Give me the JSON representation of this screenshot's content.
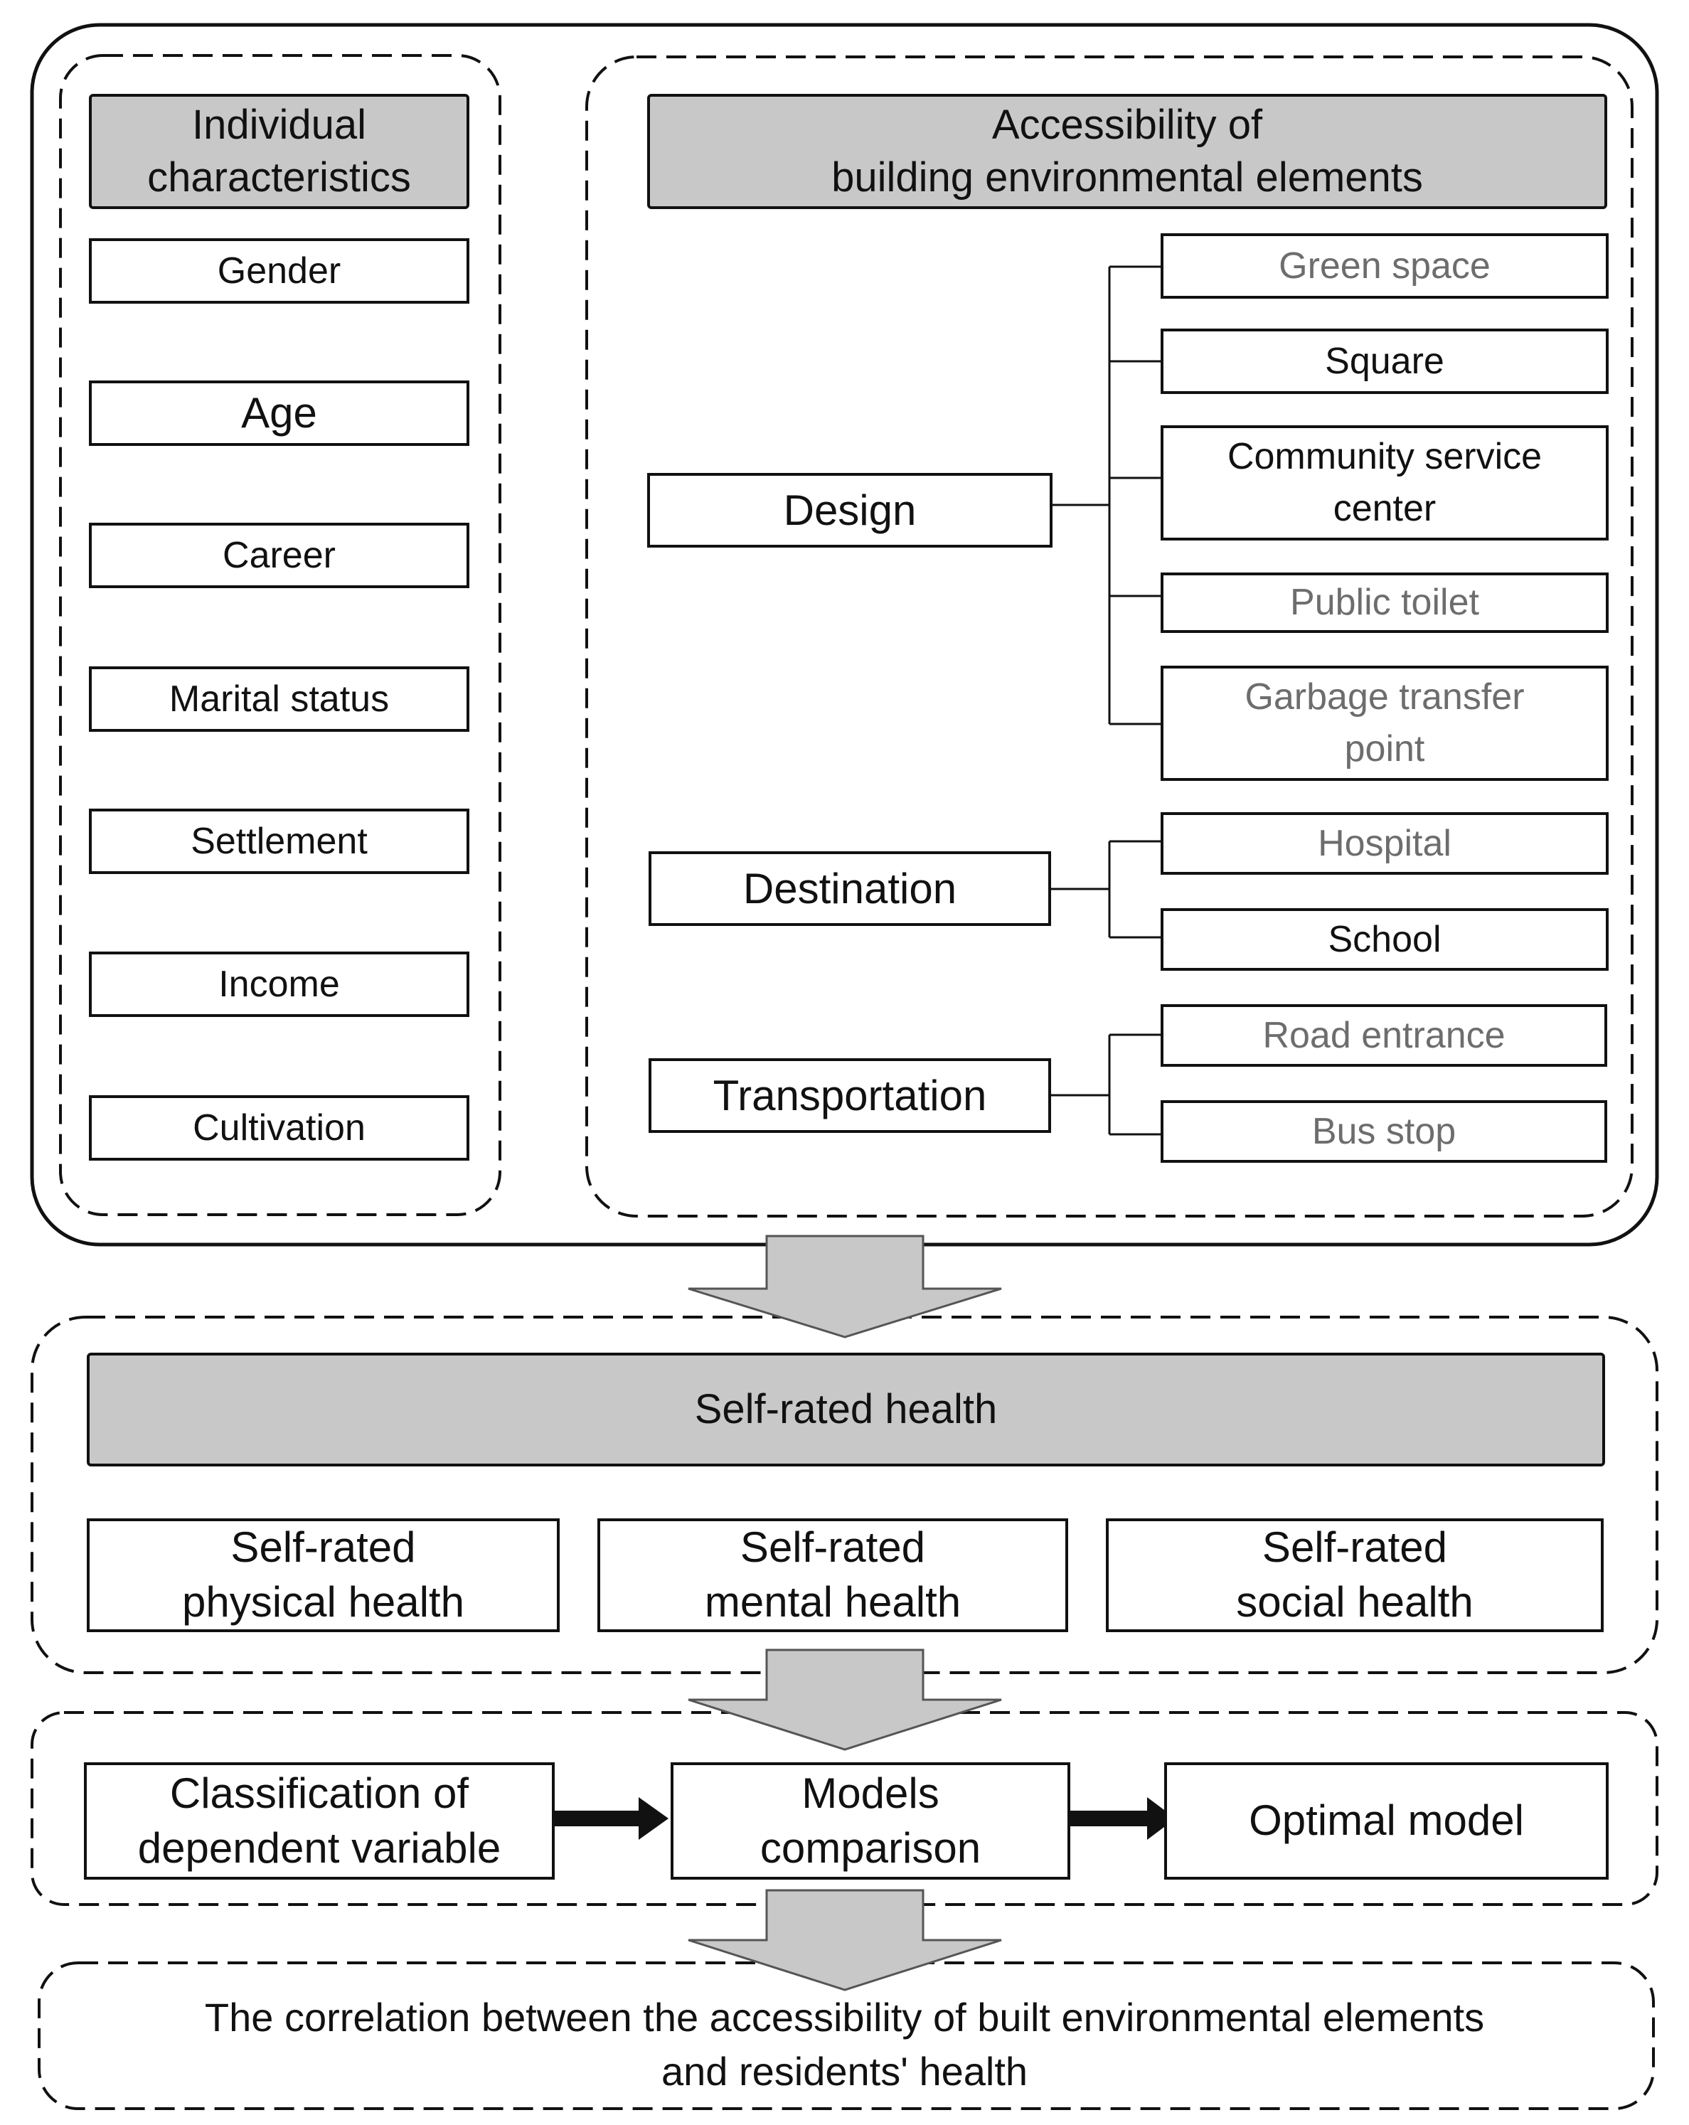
{
  "individual": {
    "header": "Individual\ncharacteristics",
    "items": [
      "Gender",
      "Age",
      "Career",
      "Marital status",
      "Settlement",
      "Income",
      "Cultivation"
    ]
  },
  "accessibility": {
    "header": "Accessibility of\nbuilding environmental elements",
    "groups": [
      {
        "label": "Design",
        "children": [
          "Green space",
          "Square",
          "Community service\ncenter",
          "Public toilet",
          "Garbage transfer\npoint"
        ]
      },
      {
        "label": "Destination",
        "children": [
          "Hospital",
          "School"
        ]
      },
      {
        "label": "Transportation",
        "children": [
          "Road entrance",
          "Bus stop"
        ]
      }
    ]
  },
  "health": {
    "header": "Self-rated health",
    "items": [
      "Self-rated\nphysical health",
      "Self-rated\nmental health",
      "Self-rated\nsocial health"
    ]
  },
  "models": {
    "items": [
      "Classification of\ndependent variable",
      "Models\ncomparison",
      "Optimal model"
    ]
  },
  "conclusion": "The correlation between the accessibility of built environmental elements\nand residents' health",
  "colors": {
    "header_fill": "#c8c8c8",
    "arrow_fill": "#c8c8c8",
    "line": "#111111",
    "grey_text": "#6d6d6d"
  }
}
